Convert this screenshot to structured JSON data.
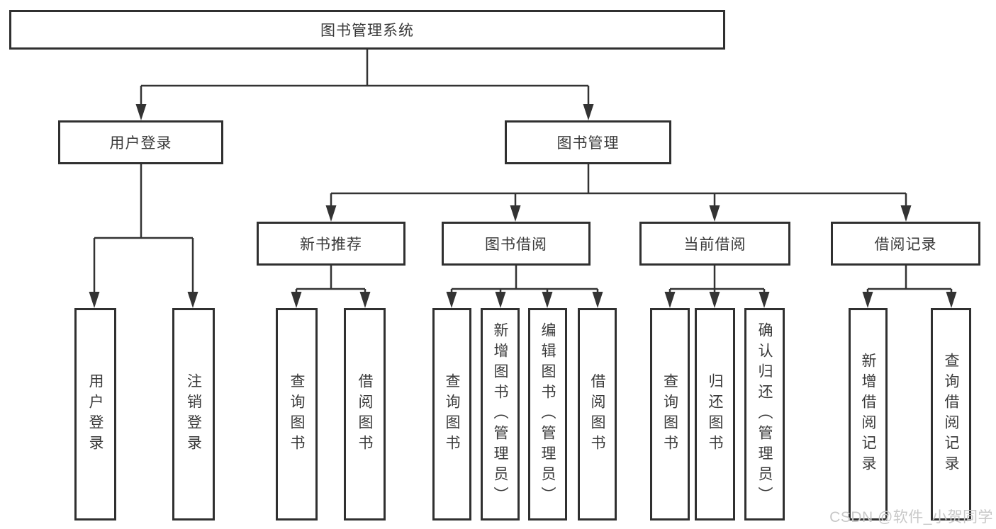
{
  "diagram": {
    "title": "图书管理系统",
    "branches": [
      {
        "label": "用户登录",
        "children": [
          {
            "label": "用户登录"
          },
          {
            "label": "注销登录"
          }
        ]
      },
      {
        "label": "图书管理",
        "children": [
          {
            "label": "新书推荐",
            "children": [
              {
                "label": "查询图书"
              },
              {
                "label": "借阅图书"
              }
            ]
          },
          {
            "label": "图书借阅",
            "children": [
              {
                "label": "查询图书"
              },
              {
                "label": "新增图书（管理员）"
              },
              {
                "label": "编辑图书（管理员）"
              },
              {
                "label": "借阅图书"
              }
            ]
          },
          {
            "label": "当前借阅",
            "children": [
              {
                "label": "查询图书"
              },
              {
                "label": "归还图书"
              },
              {
                "label": "确认归还（管理员）"
              }
            ]
          },
          {
            "label": "借阅记录",
            "children": [
              {
                "label": "新增借阅记录"
              },
              {
                "label": "查询借阅记录"
              }
            ]
          }
        ]
      }
    ]
  },
  "watermark": {
    "text": "CSDN @软件_小贺同学"
  },
  "colors": {
    "background": "#ffffff",
    "line": "#333333",
    "box_border": "#303030",
    "text": "#3a3a3a",
    "watermark_text": "#c8c8c8"
  }
}
